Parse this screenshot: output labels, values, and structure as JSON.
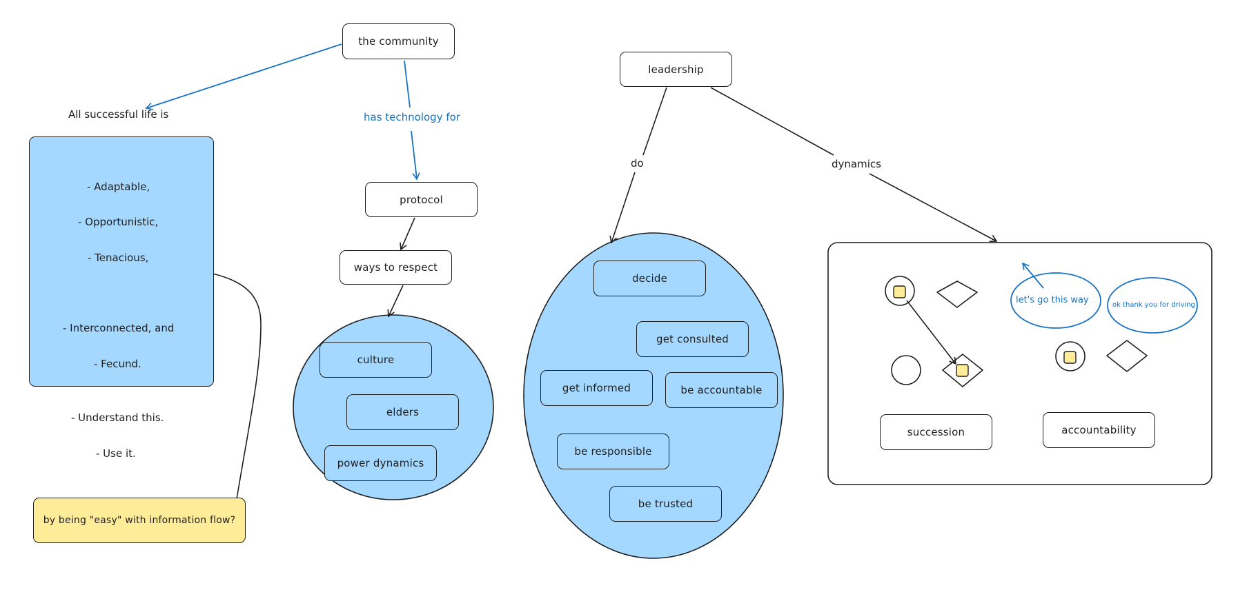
{
  "nodes": {
    "community": "the community",
    "protocol": "protocol",
    "ways_to_respect": "ways to respect",
    "culture": "culture",
    "elders": "elders",
    "power_dynamics": "power dynamics",
    "leadership": "leadership",
    "decide": "decide",
    "get_consulted": "get consulted",
    "get_informed": "get informed",
    "be_accountable": "be accountable",
    "be_responsible": "be responsible",
    "be_trusted": "be trusted",
    "succession": "succession",
    "accountability": "accountability",
    "easy_question": "by being \"easy\" with information flow?"
  },
  "edge_labels": {
    "has_technology_for": "has technology for",
    "do": "do",
    "dynamics": "dynamics"
  },
  "intro_text": "All successful life is",
  "qualities": [
    "- Adaptable,",
    "- Opportunistic,",
    "- Tenacious,",
    "- Interconnected, and",
    "- Fecund."
  ],
  "outro": [
    "- Understand this.",
    "- Use it."
  ],
  "bubbles": {
    "lets_go": "let's go this way",
    "thank_you": "ok thank you for driving"
  },
  "colors": {
    "stroke": "#1e1e1e",
    "blue_fill": "#a5d8ff",
    "yellow_fill": "#ffec99",
    "blue_ink": "#1971c2",
    "square_fill": "#ffec99"
  }
}
